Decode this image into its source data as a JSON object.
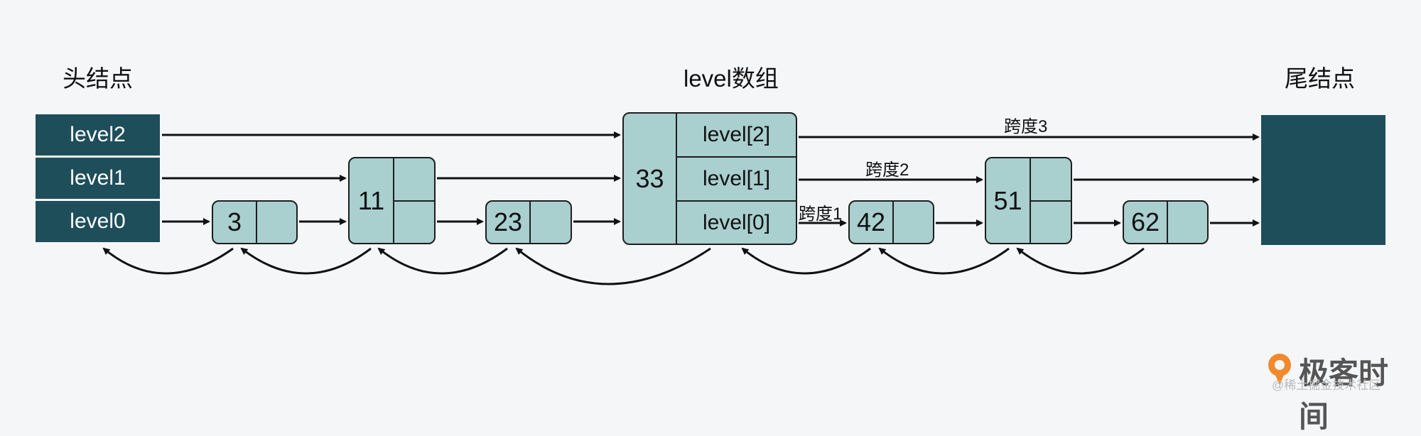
{
  "titles": {
    "head": "头结点",
    "middle": "level数组",
    "tail": "尾结点"
  },
  "head_levels": [
    "level2",
    "level1",
    "level0"
  ],
  "nodes": [
    {
      "key": "3",
      "levels": 1
    },
    {
      "key": "11",
      "levels": 2
    },
    {
      "key": "23",
      "levels": 1
    },
    {
      "key": "33",
      "levels": 3,
      "level_labels": [
        "level[2]",
        "level[1]",
        "level[0]"
      ]
    },
    {
      "key": "42",
      "levels": 1
    },
    {
      "key": "51",
      "levels": 2
    },
    {
      "key": "62",
      "levels": 1
    }
  ],
  "spans": [
    "跨度3",
    "跨度2",
    "跨度1"
  ],
  "watermark": {
    "brand": "极客时间",
    "small": "@稀土掘金技术社区"
  },
  "colors": {
    "head": "#1f4e5b",
    "node": "#a9cfcf",
    "background": "#f5f6f8"
  }
}
